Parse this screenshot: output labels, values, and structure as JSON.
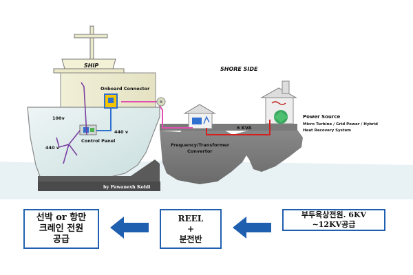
{
  "diagram": {
    "ship_label": "SHIP",
    "shore_label": "SHORE SIDE",
    "onboard_connector": "Onboard Connector",
    "voltage_100": "100v",
    "voltage_440_left": "440 v",
    "voltage_440_right": "440 v",
    "control_panel": "Control Panel",
    "freq_line1": "Frequency/Transformer",
    "freq_line2": "Convertor",
    "kva": "6 KVA",
    "power_source_title": "Power Source",
    "power_source_line1": "Micro Turbine / Grid Power / Hybrid",
    "power_source_line2": "Heat Recovery System",
    "credit": "by Pawanexh Kohli"
  },
  "flow": {
    "box_left": {
      "line1": "선박 or 항만",
      "line2": "크레인 전원",
      "line3": "공급"
    },
    "box_middle": {
      "line1": "REEL",
      "line2": "+",
      "line3": "분전반"
    },
    "box_right": {
      "line1": "부두육상전원. 6KV",
      "line2": "~12KV공급"
    }
  },
  "colors": {
    "box_border": "#1f5fb0",
    "arrow": "#1f5fb0",
    "cable_red": "#d42020",
    "cable_pink": "#e04fb0",
    "wire_purple": "#7a3fa0",
    "wire_blue": "#2f6fd0"
  }
}
